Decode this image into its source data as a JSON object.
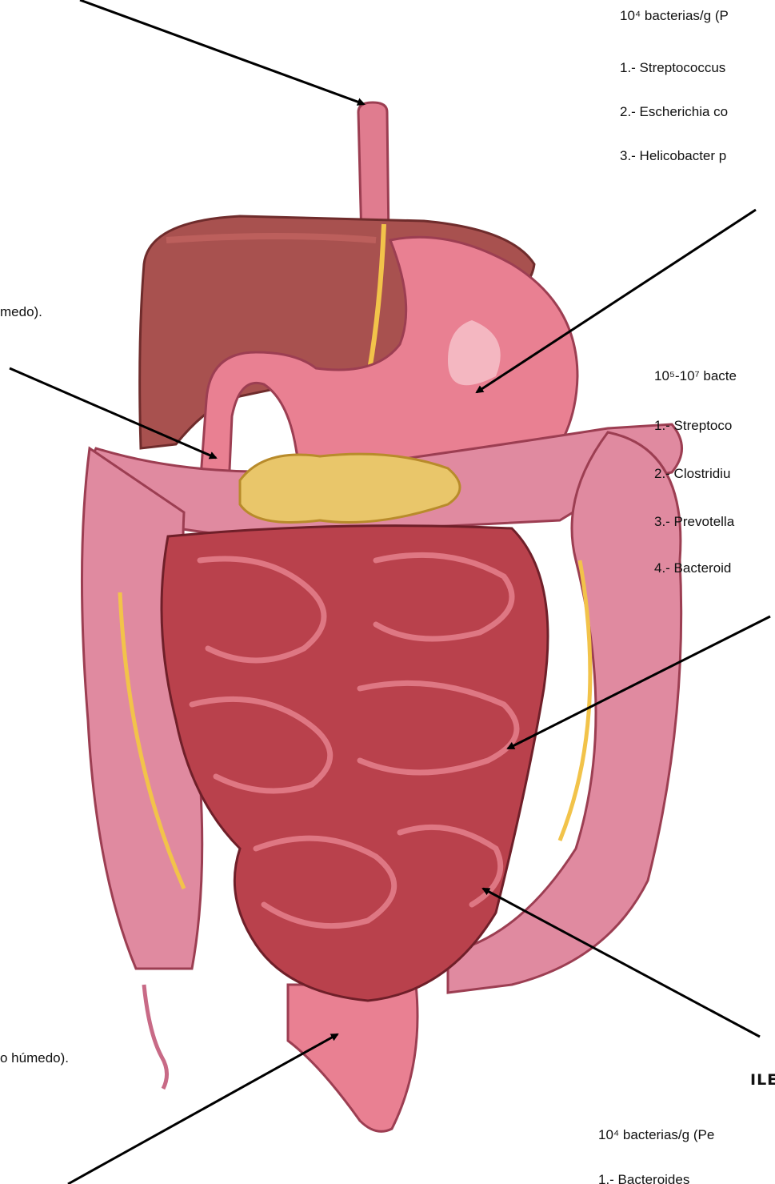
{
  "stomach_text": {
    "count": "10⁴ bacterias/g (P",
    "items": [
      "1.- Streptococcus",
      "2.- Escherichia co",
      "3.- Helicobacter p"
    ]
  },
  "left_upper_fragment": "medo).",
  "jejunum_text": {
    "count": "10⁵-10⁷ bacte",
    "items": [
      "1.- Streptoco",
      "2.- Clostridiu",
      "3.- Prevotella",
      "4.- Bacteroid"
    ]
  },
  "left_lower_fragment": "o húmedo).",
  "ileum_title": "ILE",
  "ileum_text": {
    "count": "10⁴ bacterias/g (Pe",
    "items": [
      "1.- Bacteroides"
    ]
  },
  "colors": {
    "liver": "#a8514f",
    "stomach": "#e98092",
    "colon": "#e08aa0",
    "small_intestine": "#b9414c",
    "pancreas": "#e9c66a",
    "fat": "#f2c34a"
  }
}
